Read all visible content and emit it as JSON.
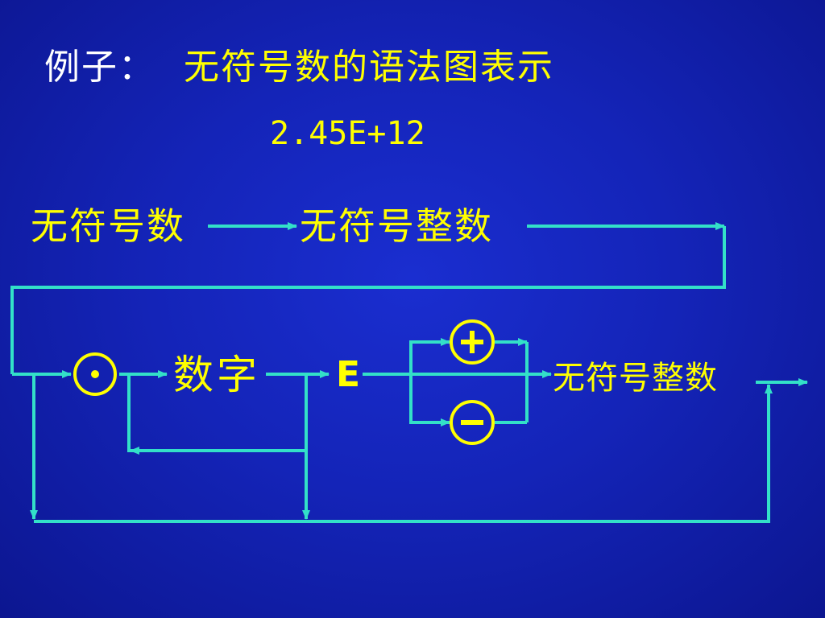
{
  "title": {
    "prefix": "例子：",
    "main": "无符号数的语法图表示"
  },
  "example": "2.45E+12",
  "diagram": {
    "unsigned_number": "无符号数",
    "unsigned_integer_top": "无符号整数",
    "digit": "数字",
    "exponent_letter": "E",
    "unsigned_integer_bottom": "无符号整数",
    "symbols": [
      "decimal-point",
      "plus",
      "minus"
    ],
    "colors": {
      "background": "#1424b8",
      "text": "#ffff00",
      "line": "#33e0c8",
      "title_prefix": "#ffffff"
    }
  }
}
